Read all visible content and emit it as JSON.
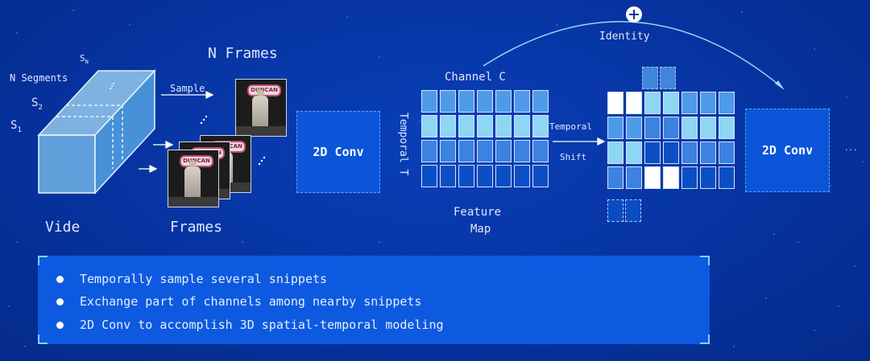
{
  "labels": {
    "n_frames": "N Frames",
    "n_segments": "N Segments",
    "sn": "S",
    "sn_sub": "N",
    "s2": "S",
    "s2_sub": "2",
    "s1": "S",
    "s1_sub": "1",
    "vide": "Vide",
    "frames": "Frames",
    "sample": "Sample",
    "conv_left": "2D Conv",
    "channel_c": "Channel C",
    "temporal_t": "Temporal T",
    "feature": "Feature",
    "map": "Map",
    "temporal": "Temporal",
    "shift": "Shift",
    "conv_right": "2D Conv",
    "identity": "Identity",
    "ellipsis": "..."
  },
  "frame_sign": "DUNCAN",
  "bullets": [
    "Temporally sample several snippets",
    "Exchange part of channels among nearby snippets",
    "2D Conv to accomplish 3D spatial-temporal modeling"
  ],
  "colors": {
    "bg": "#0633a0",
    "panel": "#0d5ae0",
    "conv_box": "#0a55d8",
    "accent_line": "#7fd0ff"
  },
  "feature_map": [
    [
      "#4f9ae8",
      "#4f9ae8",
      "#4f9ae8",
      "#4f9ae8",
      "#4f9ae8",
      "#4f9ae8",
      "#4f9ae8"
    ],
    [
      "#8fd6f3",
      "#8fd6f3",
      "#8fd6f3",
      "#8fd6f3",
      "#8fd6f3",
      "#8fd6f3",
      "#8fd6f3"
    ],
    [
      "#3c82e0",
      "#3c82e0",
      "#3c82e0",
      "#3c82e0",
      "#3c82e0",
      "#3c82e0",
      "#3c82e0"
    ],
    [
      "#0c4fc4",
      "#0c4fc4",
      "#0c4fc4",
      "#0c4fc4",
      "#0c4fc4",
      "#0c4fc4",
      "#0c4fc4"
    ]
  ],
  "shifted_map": [
    [
      "#ffffff",
      "#ffffff",
      "#8fd6f3",
      "#8fd6f3",
      "#4f9ae8",
      "#4f9ae8",
      "#4f9ae8"
    ],
    [
      "#4f9ae8",
      "#4f9ae8",
      "#3c82e0",
      "#3c82e0",
      "#8fd6f3",
      "#8fd6f3",
      "#8fd6f3"
    ],
    [
      "#8fd6f3",
      "#8fd6f3",
      "#0c4fc4",
      "#0c4fc4",
      "#3c82e0",
      "#3c82e0",
      "#3c82e0"
    ],
    [
      "#3c82e0",
      "#3c82e0",
      "#ffffff",
      "#ffffff",
      "#0c4fc4",
      "#0c4fc4",
      "#0c4fc4"
    ]
  ]
}
